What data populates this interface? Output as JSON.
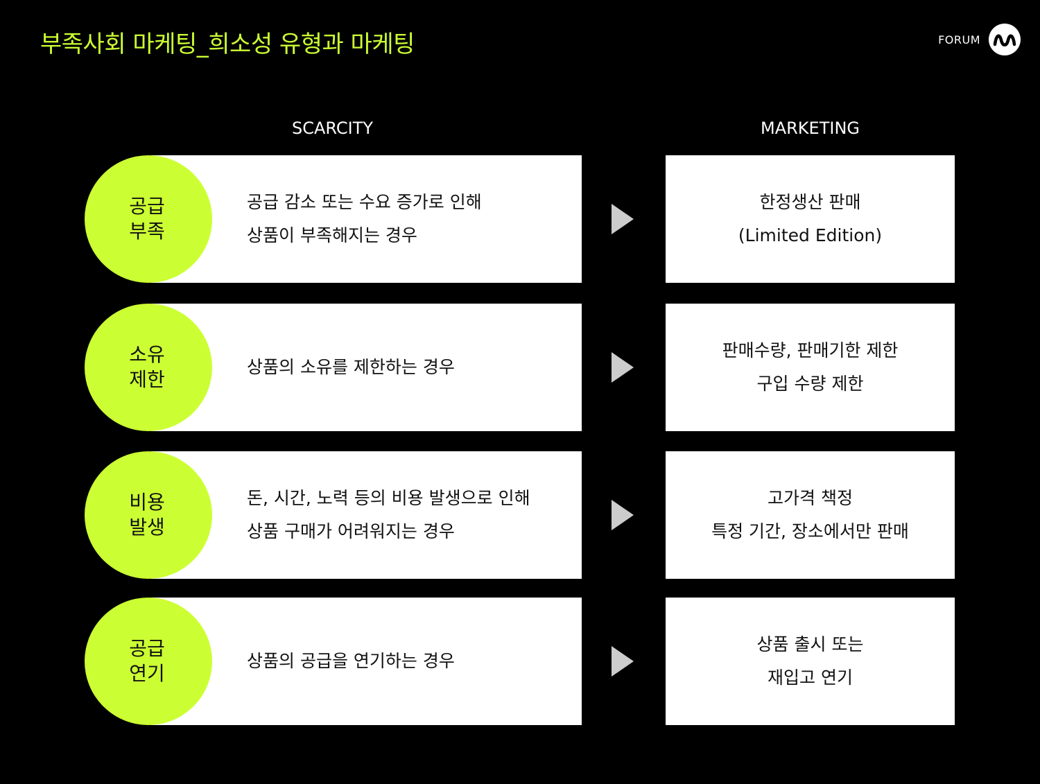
{
  "title": "부족사회 마케팅_희소성 유형과 마케팅",
  "brand": {
    "text": "FORUM",
    "logo_icon": "wave-m-icon",
    "accent_color": "#ccff33"
  },
  "columns": {
    "scarcity": "SCARCITY",
    "marketing": "MARKETING"
  },
  "rows": [
    {
      "label": [
        "공급",
        "부족"
      ],
      "description": [
        "공급 감소 또는 수요 증가로 인해",
        "상품이 부족해지는 경우"
      ],
      "marketing": [
        "한정생산 판매",
        "(Limited Edition)"
      ]
    },
    {
      "label": [
        "소유",
        "제한"
      ],
      "description": [
        "상품의 소유를 제한하는 경우"
      ],
      "marketing": [
        "판매수량, 판매기한 제한",
        "구입 수량 제한"
      ]
    },
    {
      "label": [
        "비용",
        "발생"
      ],
      "description": [
        "돈, 시간, 노력 등의 비용 발생으로 인해",
        "상품 구매가 어려워지는 경우"
      ],
      "marketing": [
        "고가격 책정",
        "특정 기간, 장소에서만 판매"
      ]
    },
    {
      "label": [
        "공급",
        "연기"
      ],
      "description": [
        "상품의 공급을 연기하는 경우"
      ],
      "marketing": [
        "상품 출시 또는",
        "재입고 연기"
      ]
    }
  ]
}
